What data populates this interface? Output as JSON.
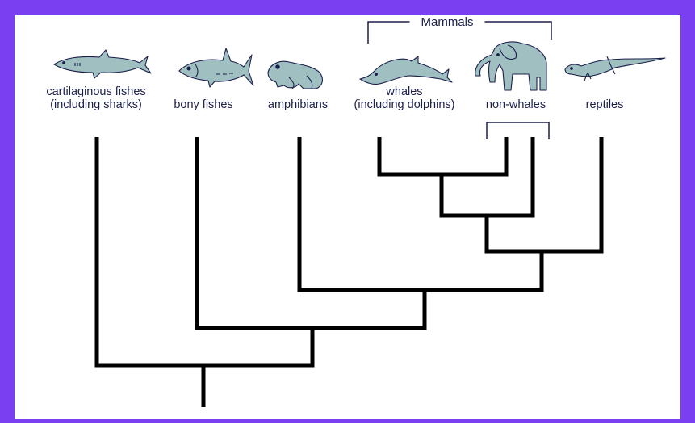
{
  "group": {
    "label": "Mammals"
  },
  "taxa": [
    {
      "key": "sharks",
      "line1": "cartilaginous fishes",
      "line2": "(including sharks)",
      "icon": "shark-icon"
    },
    {
      "key": "bony",
      "line1": "bony fishes",
      "line2": "",
      "icon": "tuna-fish-icon"
    },
    {
      "key": "amphibians",
      "line1": "amphibians",
      "line2": "",
      "icon": "frog-icon"
    },
    {
      "key": "whales",
      "line1": "whales",
      "line2": "(including dolphins)",
      "icon": "dolphin-icon"
    },
    {
      "key": "nonwhales",
      "line1": "non-whales",
      "line2": "",
      "icon": "elephant-icon"
    },
    {
      "key": "reptiles",
      "line1": "reptiles",
      "line2": "",
      "icon": "lizard-icon"
    }
  ],
  "colors": {
    "background": "#7a3ff0",
    "panel": "#ffffff",
    "text": "#1b1f4c",
    "tree": "#000000",
    "animal_fill": "#9fbfc1",
    "animal_stroke": "#1b1f4c"
  }
}
